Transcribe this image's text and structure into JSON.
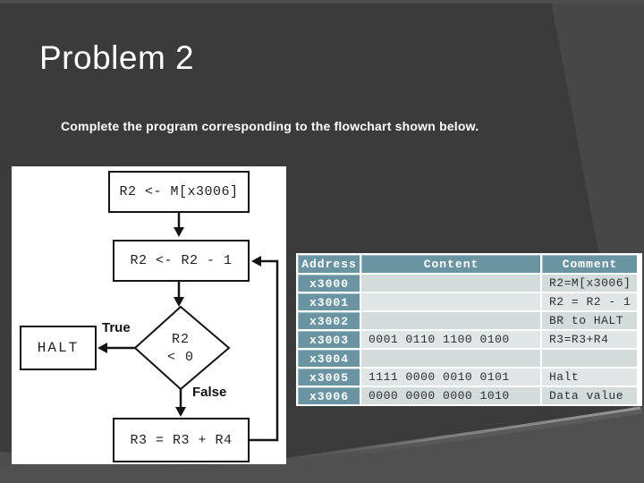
{
  "header": {
    "title": "Problem 2",
    "subtitle": "Complete the program corresponding to the flowchart shown below."
  },
  "flowchart": {
    "node_load": "R2 <- M[x3006]",
    "node_decrement": "R2 <- R2 - 1",
    "node_condition_line1": "R2",
    "node_condition_line2": "< 0",
    "node_halt": "HALT",
    "node_add": "R3 = R3 + R4",
    "label_true": "True",
    "label_false": "False"
  },
  "table": {
    "headers": [
      "Address",
      "Content",
      "Comment"
    ],
    "rows": [
      {
        "address": "x3000",
        "content": "",
        "comment": "R2=M[x3006]"
      },
      {
        "address": "x3001",
        "content": "",
        "comment": "R2 = R2 - 1"
      },
      {
        "address": "x3002",
        "content": "",
        "comment": "BR to HALT"
      },
      {
        "address": "x3003",
        "content": "0001 0110 1100 0100",
        "comment": "R3=R3+R4"
      },
      {
        "address": "x3004",
        "content": "",
        "comment": ""
      },
      {
        "address": "x3005",
        "content": "1111 0000 0010 0101",
        "comment": "Halt"
      },
      {
        "address": "x3006",
        "content": "0000 0000 0000 1010",
        "comment": "Data value"
      }
    ]
  },
  "theme": {
    "colors": {
      "slide_bg": "#3b3b3b",
      "bg_light": "#4d4d4d",
      "bg_light2": "#474747",
      "bg_bottom": "#505050",
      "swoosh_glow": "#9a9a9a",
      "panel": "#ffffff",
      "table_header": "#6b94a3",
      "row_a": "#d4dbdb",
      "row_b": "#e0e5e5",
      "text_light": "#ffffff",
      "text_dark": "#1f1f1f"
    }
  }
}
